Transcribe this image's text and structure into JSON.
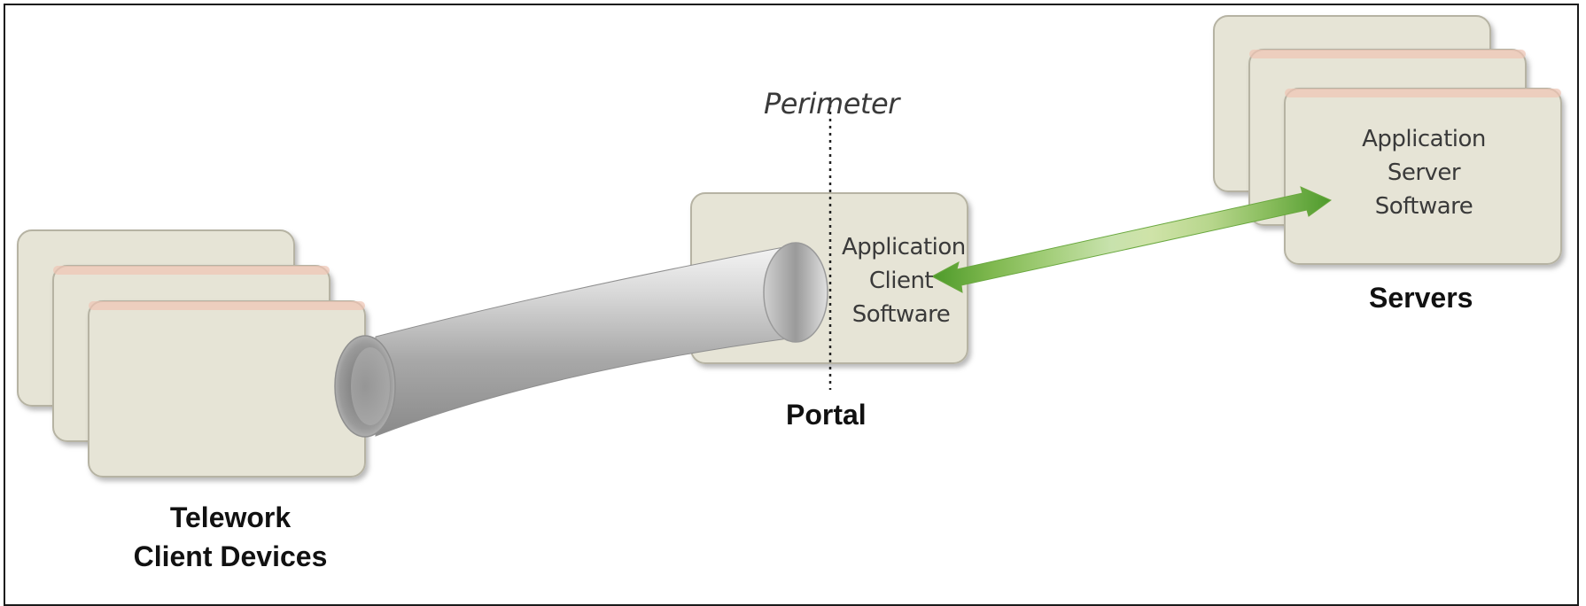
{
  "perimeter_label": "Perimeter",
  "portal": {
    "title": "Portal",
    "software_lines": [
      "Application",
      "Client",
      "Software"
    ]
  },
  "servers": {
    "title": "Servers",
    "software_lines": [
      "Application",
      "Server",
      "Software"
    ]
  },
  "clients": {
    "title_lines": [
      "Telework",
      "Client Devices"
    ]
  },
  "colors": {
    "box_fill": "#e6e4d6",
    "box_stroke": "#b6b3a3",
    "box_back_border": "#f0c4b4",
    "arrow_green": "#59a233",
    "tunnel_gray": "#b9b9b9"
  }
}
